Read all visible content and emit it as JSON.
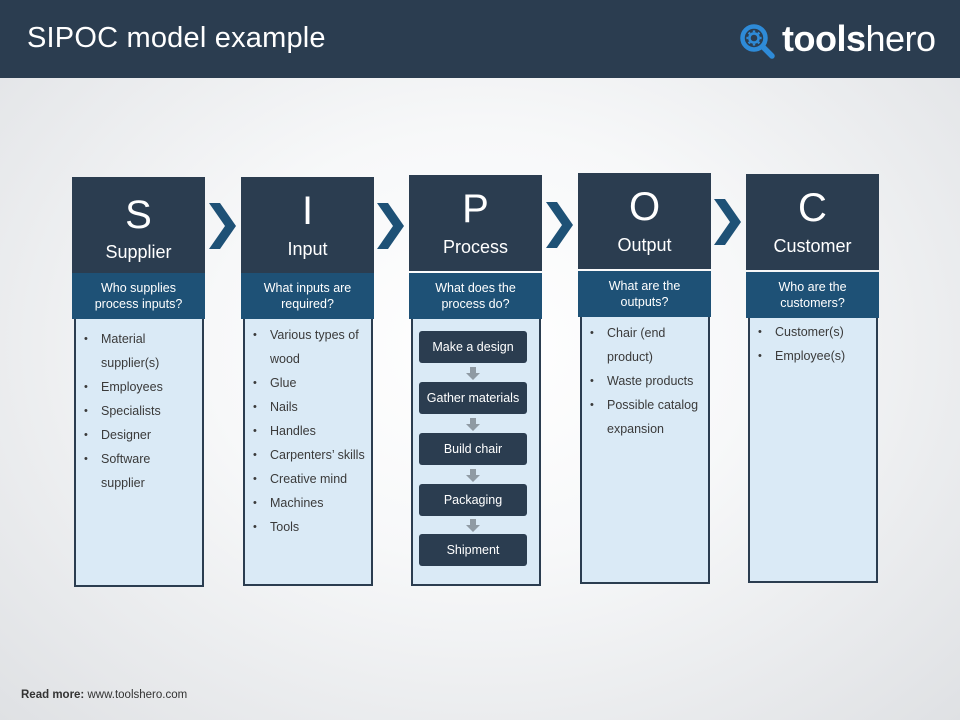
{
  "header": {
    "title": "SIPOC model example",
    "logo_text_bold": "tools",
    "logo_text_regular": "hero",
    "logo_icon": "magnifier-gear-icon",
    "colors": {
      "header_bg": "#2b3d50",
      "logo_icon": "#2e8bd8"
    }
  },
  "columns": [
    {
      "letter": "S",
      "label": "Supplier",
      "question": "Who supplies process inputs?",
      "items": [
        "Material supplier(s)",
        "Employees",
        "Specialists",
        "Designer",
        "Software supplier"
      ]
    },
    {
      "letter": "I",
      "label": "Input",
      "question": "What inputs are required?",
      "items": [
        "Various types of wood",
        "Glue",
        "Nails",
        "Handles",
        "Carpenters’ skills",
        "Creative mind",
        "Machines",
        "Tools"
      ]
    },
    {
      "letter": "P",
      "label": "Process",
      "question": "What does the process do?",
      "steps": [
        "Make a design",
        "Gather materials",
        "Build chair",
        "Packaging",
        "Shipment"
      ]
    },
    {
      "letter": "O",
      "label": "Output",
      "question": "What are the outputs?",
      "items": [
        "Chair (end product)",
        "Waste products",
        "Possible catalog expansion"
      ]
    },
    {
      "letter": "C",
      "label": "Customer",
      "question": "Who are the customers?",
      "items": [
        "Customer(s)",
        "Employee(s)"
      ]
    }
  ],
  "chevron_icon": "chevron-right-icon",
  "footer": {
    "label": "Read more:",
    "url": "www.toolshero.com"
  },
  "colors": {
    "column_header": "#2b3d50",
    "question_band": "#1e5176",
    "body_fill": "#daeaf6",
    "chevron": "#1e5176",
    "step_arrow": "#8f9aa3"
  }
}
